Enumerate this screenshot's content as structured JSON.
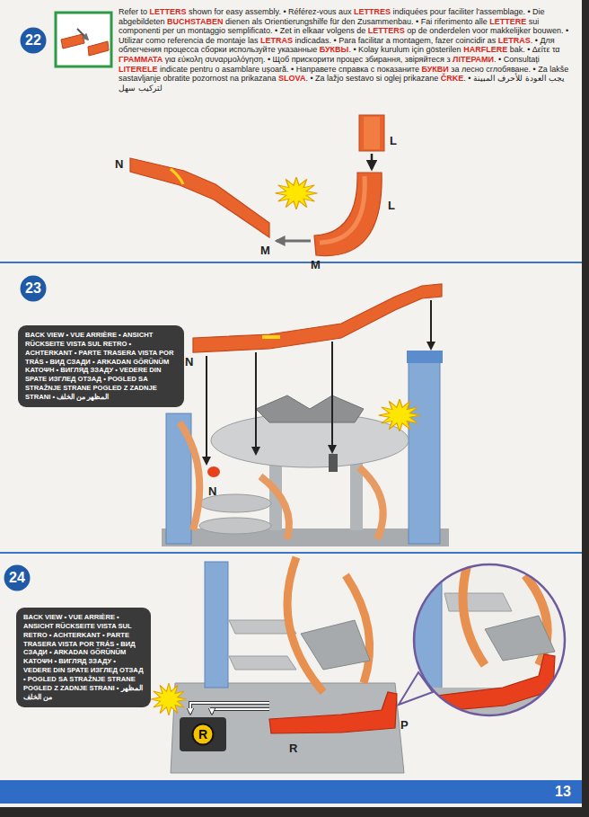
{
  "diagram": {
    "nodes": [
      {
        "text": [
          "22"
        ]
      },
      {
        "text": [
          "23"
        ]
      },
      {
        "text": [
          "BACK VIEW • VUE ARRIÈRE • ANSICHT RÜCKSEITE VISTA SUL RETRO • ACHTERKANT • PARTE TRASERA VISTA POR TRÁS • ВИД СЗАДИ • ARKADAN GÖRÜNÜM ΚΑΤΟΨΗ • ВИГЛЯД ЗЗАДУ • VEDERE DIN SPATE ИЗГЛЕД ОТЗАД • POGLED SA STRAŽNJE STRANE POGLED Z ZADNJE STRANI • المظهر من الخلف"
        ]
      },
      {
        "text": [
          "24"
        ]
      },
      {
        "text": [
          "BACK VIEW • VUE ARRIÈRE • ANSICHT RÜCKSEITE VISTA SUL RETRO • ACHTERKANT • PARTE TRASERA VISTA POR TRÁS • ВИД СЗАДИ • ARKADAN GÖRÜNÜM ΚΑΤΟΨΗ • ВИГЛЯД ЗЗАДУ • VEDERE DIN SPATE ИЗГЛЕД ОТЗАД • POGLED SA STRAŽNJE STRANE POGLED Z ZADNJE STRANI • المظهر من الخلف"
        ]
      },
      {
        "text": [
          "R"
        ]
      }
    ],
    "labels": [
      "Refer to LETTERS shown for easy assembly. • Référez-vous aux LETTRES indiquées pour faciliter l'assemblage. • Die abgebildeten BUCHSTABEN dienen als Orientierungshilfe für den Zusammenbau. • Fai riferimento alle LETTERE sui componenti per un montaggio semplificato. • Zet in elkaar volgens de LETTERS op de onderdelen voor makkelijker bouwen. • Utilizar como referencia de montaje las LETRAS indicadas. • Para facilitar a montagem, fazer coincidir as LETRAS. • Для облегчения процесса сборки используйте указанные БУКВЫ. • Kolay kurulum için gösterilen HARFLERE bak. • Δείτε τα ΓΡΑΜΜΑΤΑ για εύκολη συναρμολόγηση. • Щоб прискорити процес збирання, звіряйтеся з ЛІТЕРАМИ. • Consultați LITERELE indicate pentru o asamblare ușoară. • Направете справка с показаните БУКВИ за лесно сглобяване. • Za lakše sastavljanje obratite pozornost na prikazana SLOVA. • Za lažjo sestavo si oglej prikazane ČRKE. • يجب العودة للأحرف المبينة لتركيب سهل",
      "L",
      "N",
      "L",
      "M",
      "M",
      "N",
      "N",
      "R",
      "P",
      "13"
    ]
  }
}
